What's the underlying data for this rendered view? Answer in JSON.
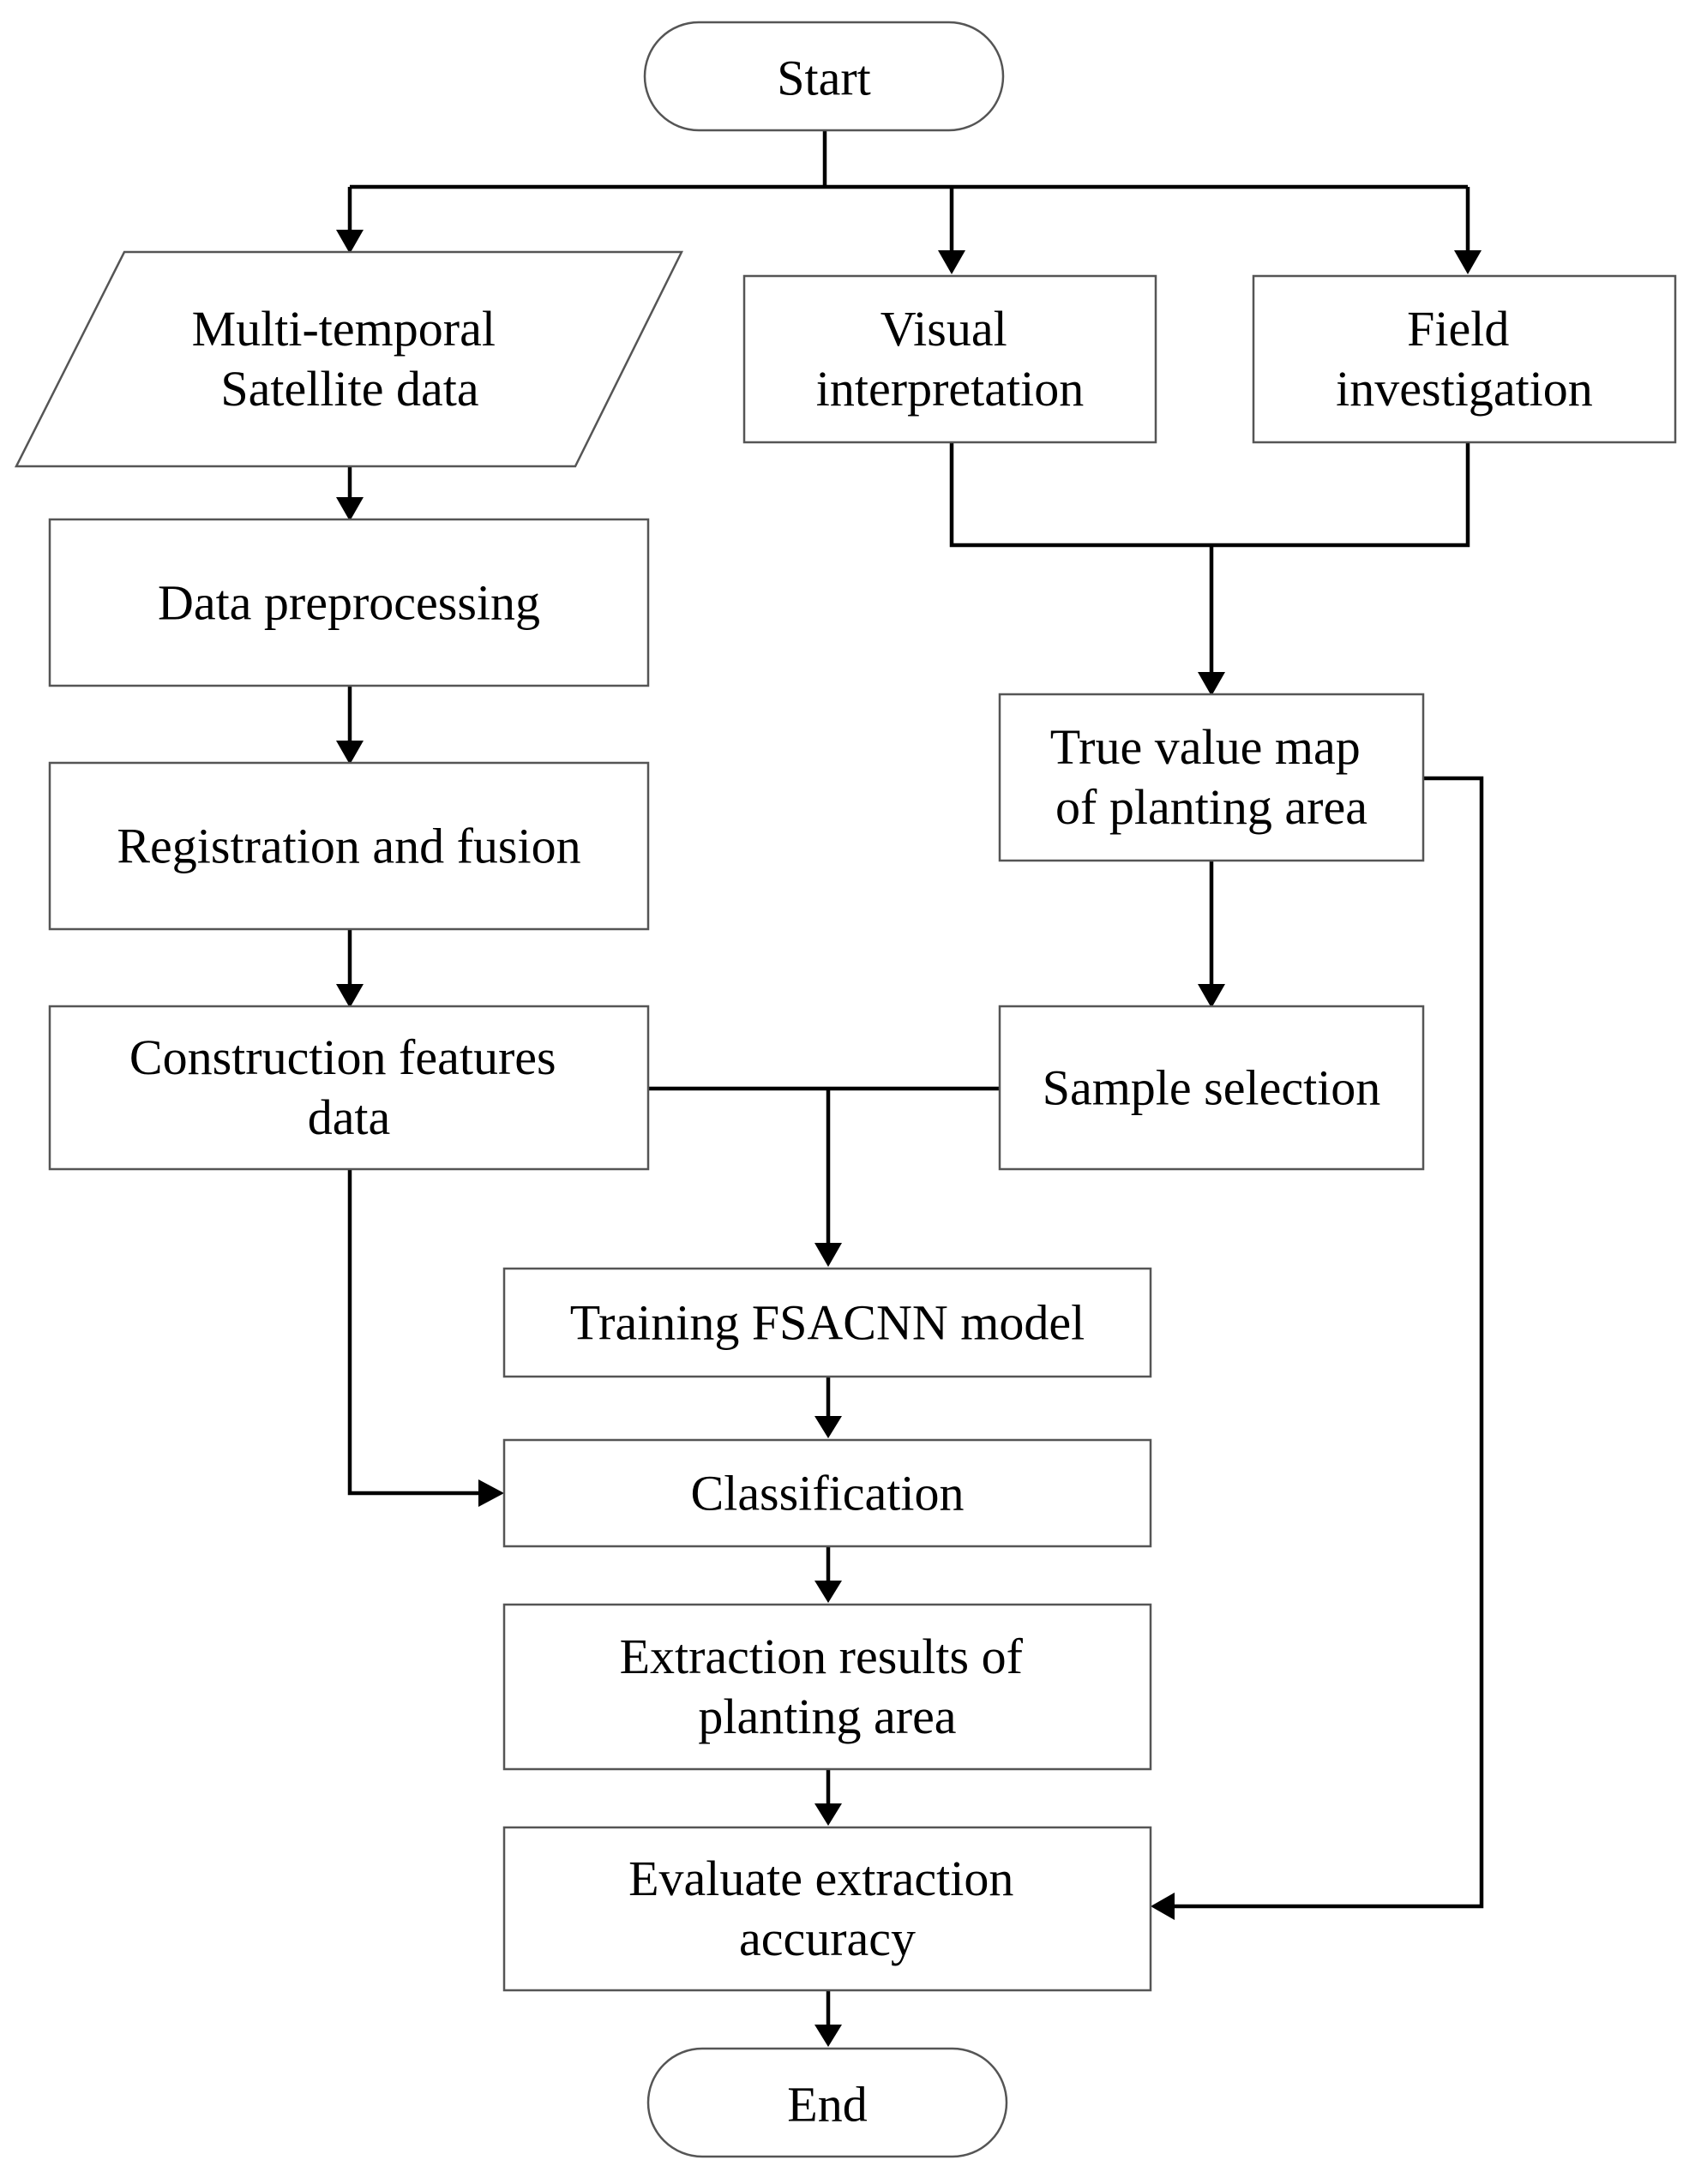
{
  "nodes": {
    "start": "Start",
    "satellite": [
      "Multi-temporal",
      "Satellite data"
    ],
    "visual": [
      "Visual",
      "interpretation"
    ],
    "field": [
      "Field",
      "investigation"
    ],
    "preprocess": "Data preprocessing",
    "registration": "Registration and fusion",
    "truevalue": [
      "True value map",
      "of planting area"
    ],
    "features": [
      "Construction features",
      "data"
    ],
    "sample": "Sample selection",
    "training": "Training FSACNN model",
    "classification": "Classification",
    "extraction": [
      "Extraction results of",
      "planting area"
    ],
    "evaluate": [
      "Evaluate extraction",
      "accuracy"
    ],
    "end": "End"
  }
}
